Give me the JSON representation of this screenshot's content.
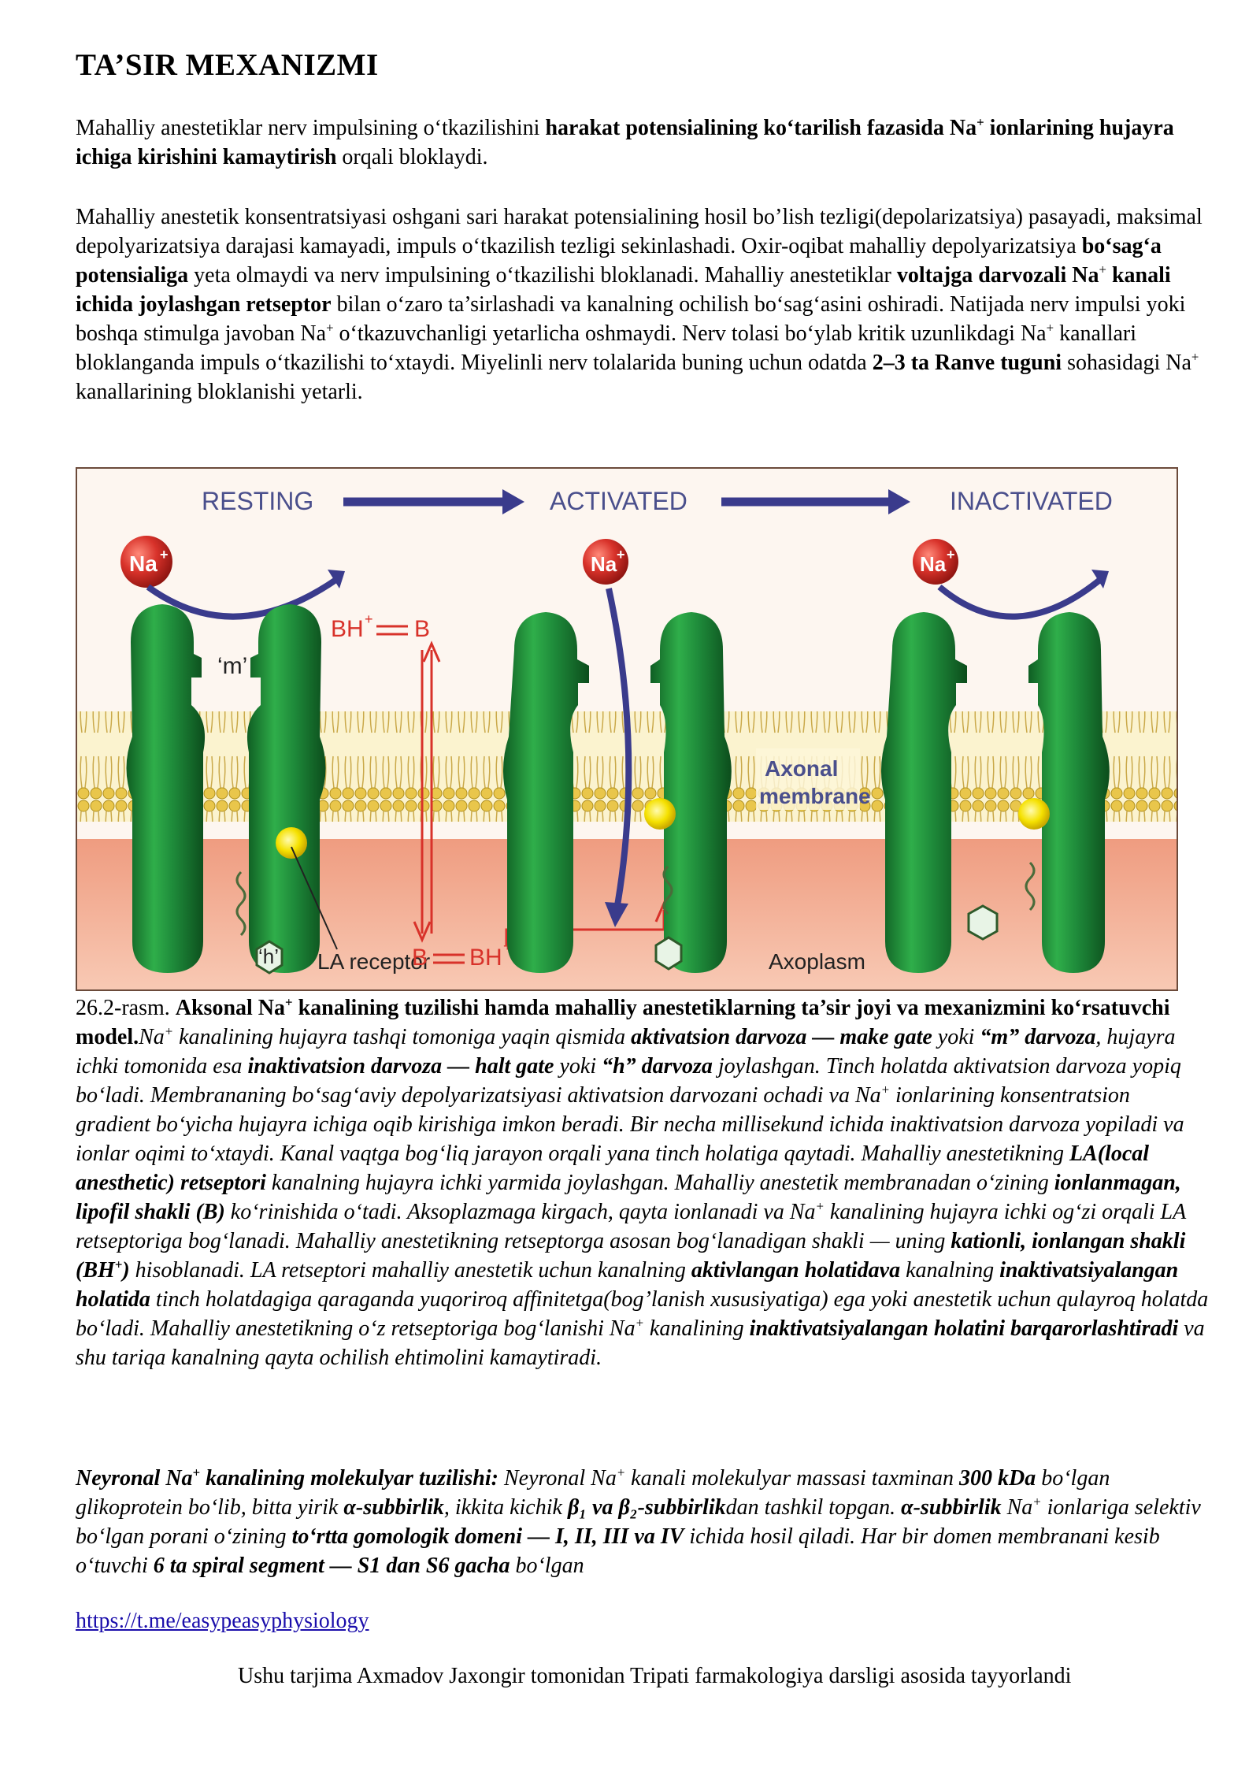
{
  "title": "TA’SIR MEXANIZMI",
  "p1": {
    "a": "Mahalliy anestetiklar nerv impulsining o‘tkazilishini ",
    "b1": "harakat potensialining ko‘tarilish fazasida Na",
    "b2": "ionlarining hujayra ichiga kirishini kamaytirish",
    "c": " orqali bloklaydi."
  },
  "p2": {
    "t1": "Mahalliy anestetik konsentratsiyasi oshgani sari harakat potensialining hosil bo’lish tezligi(depolarizatsiya) pasayadi, maksimal depolyarizatsiya darajasi kamayadi, impuls o‘tkazilish tezligi sekinlashadi. Oxir-oqibat mahalliy depolyarizatsiya ",
    "b1": "bo‘sag‘a potensialiga",
    "t2": " yeta olmaydi va nerv impulsining o‘tkazilishi bloklanadi. Mahalliy anestetiklar ",
    "b2": "voltajga darvozali Na",
    "b3": " kanali ichida joylashgan retseptor",
    "t3": " bilan o‘zaro ta’sirlashadi va kanalning ochilish bo‘sag‘asini oshiradi. Natijada nerv impulsi yoki boshqa stimulga javoban Na",
    "t4": " o‘tkazuvchanligi yetarlicha oshmaydi. Nerv tolasi bo‘ylab kritik uzunlikdagi Na",
    "t5": " kanallari bloklanganda impuls o‘tkazilishi to‘xtaydi. Miyelinli nerv tolalarida buning uchun odatda ",
    "b4": "2–3 ta Ranve tuguni",
    "t6": " sohasidagi Na",
    "t7": " kanallarining bloklanishi yetarli."
  },
  "figure": {
    "stage_resting": "RESTING",
    "stage_activated": "ACTIVATED",
    "stage_inactivated": "INACTIVATED",
    "ion_label": "Na",
    "ion_charge": "+",
    "label_m": "‘m’",
    "label_h": "‘h’",
    "label_bh_top": "BH",
    "label_b_top": "B",
    "label_b_bottom": "B",
    "label_bh_bottom": "BH",
    "label_plus": "+",
    "label_la_receptor": "LA receptor",
    "label_axoplasm": "Axoplasm",
    "label_axonal": "Axonal",
    "label_membrane": "membrane",
    "colors": {
      "channel": "#1e8a3a",
      "ion": "#d8322a",
      "arrow": "#3a3b8c",
      "membrane": "#f3e6a6",
      "axoplasm": "#f2a98f",
      "receptor": "#f5e100",
      "stage_text": "#4a4f8c"
    }
  },
  "caption": {
    "num": "26.2-rasm. ",
    "b1": "Aksonal Na",
    "b2": " kanalining tuzilishi hamda mahalliy anestetiklarning ta’sir joyi va mexanizmini ko‘rsatuvchi model.",
    "i1": "Na",
    "i2": " kanalining hujayra tashqi tomoniga yaqin qismida ",
    "ib1": "aktivatsion darvoza — make gate",
    "i3": " yoki ",
    "ib2": "“m” darvoza",
    "i4": ", hujayra ichki tomonida esa ",
    "ib3": "inaktivatsion darvoza — halt gate",
    "i5": " yoki ",
    "ib4": "“h” darvoza",
    "i6": " joylashgan. Tinch holatda aktivatsion darvoza yopiq bo‘ladi. Membrananing bo‘sag‘aviy depolyarizatsiyasi aktivatsion darvozani ochadi va Na",
    "i7": " ionlarining konsentratsion gradient bo‘yicha hujayra ichiga oqib kirishiga imkon beradi. Bir necha millisekund ichida inaktivatsion darvoza yopiladi va ionlar oqimi to‘xtaydi. Kanal vaqtga bog‘liq jarayon orqali yana tinch holatiga qaytadi. Mahalliy anestetikning ",
    "ib5": "LA(local anesthetic) retseptori",
    "i8": " kanalning hujayra ichki yarmida joylashgan. Mahalliy anestetik membranadan o‘zining ",
    "ib6": "ionlanmagan, lipofil shakli (B)",
    "i9": " ko‘rinishida o‘tadi. Aksoplazmaga kirgach, qayta ionlanadi va Na",
    "i10": " kanalining hujayra ichki og‘zi orqali LA retseptoriga bog‘lanadi. Mahalliy anestetikning retseptorga asosan bog‘lanadigan shakli — uning ",
    "ib7": "kationli, ionlangan shakli (BH",
    "ib7b": ")",
    "i11": " hisoblanadi. LA retseptori mahalliy anestetik uchun kanalning ",
    "ib8": "aktivlangan holatidava",
    "i12": "  kanalning ",
    "ib9": "inaktivatsiyalangan holatida",
    "i13": " tinch holatdagiga qaraganda yuqoriroq affinitetga(bog’lanish xususiyatiga) ega yoki anestetik uchun qulayroq holatda bo‘ladi. Mahalliy anestetikning o‘z retseptoriga bog‘lanishi Na",
    "i14": " kanalining ",
    "ib10": "inaktivatsiyalangan holatini barqarorlashtiradi",
    "i15": " va shu tariqa kanalning qayta ochilish ehtimolini kamaytiradi."
  },
  "p3": {
    "ib1": "Neyronal Na",
    "ib2": " kanalining molekulyar tuzilishi:",
    "i1": " Neyronal Na",
    "i2": " kanali molekulyar massasi taxminan ",
    "ib3": "300 kDa",
    "i3": " bo‘lgan glikoprotein bo‘lib, bitta yirik ",
    "ib4": "α-subbirlik",
    "i4": ", ikkita kichik ",
    "ib5": "β₁ va β₂-subbirlik",
    "i5": "dan tashkil topgan. ",
    "ib6": "α-subbirlik",
    "i6": " Na",
    "i7": " ionlariga selektiv bo‘lgan porani o‘zining ",
    "ib7": "to‘rtta gomologik domeni — I, II, III va IV",
    "i8": " ichida hosil qiladi. Har bir domen membranani kesib o‘tuvchi ",
    "ib8": "6 ta spiral segment — S1 dan S6 gacha",
    "i9": " bo‘lgan"
  },
  "link": "https://t.me/easypeasyphysiology",
  "credit": "Ushu tarjima Axmadov Jaxongir tomonidan Tripati farmakologiya darsligi asosida tayyorlandi"
}
